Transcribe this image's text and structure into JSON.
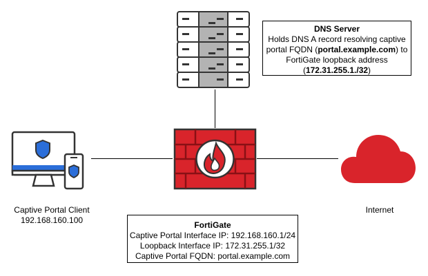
{
  "dns_server": {
    "title": "DNS Server",
    "line1": "Holds DNS A record resolving captive",
    "line2_pre": "portal FQDN (",
    "line2_bold": "portal.example.com",
    "line2_post": ") to",
    "line3": "FortiGate loopback address",
    "line4_pre": "(",
    "line4_bold": "172.31.255.1./32",
    "line4_post": ")"
  },
  "client": {
    "name": "Captive Portal Client",
    "ip": "192.168.160.100"
  },
  "internet": {
    "name": "Internet"
  },
  "fortigate": {
    "title": "FortiGate",
    "line1": "Captive Portal Interface IP: 192.168.160.1/24",
    "line2": "Loopback Interface IP: 172.31.255.1/32",
    "line3": "Captive Portal FQDN: portal.example.com"
  },
  "colors": {
    "fortigate_red": "#d9242b",
    "cloud_red": "#d9242b",
    "client_blue": "#2b6ed9",
    "server_gray": "#b3b3b3",
    "outline": "#000000"
  },
  "icons": [
    "server-icon",
    "client-devices-icon",
    "fortigate-firewall-icon",
    "cloud-icon"
  ]
}
